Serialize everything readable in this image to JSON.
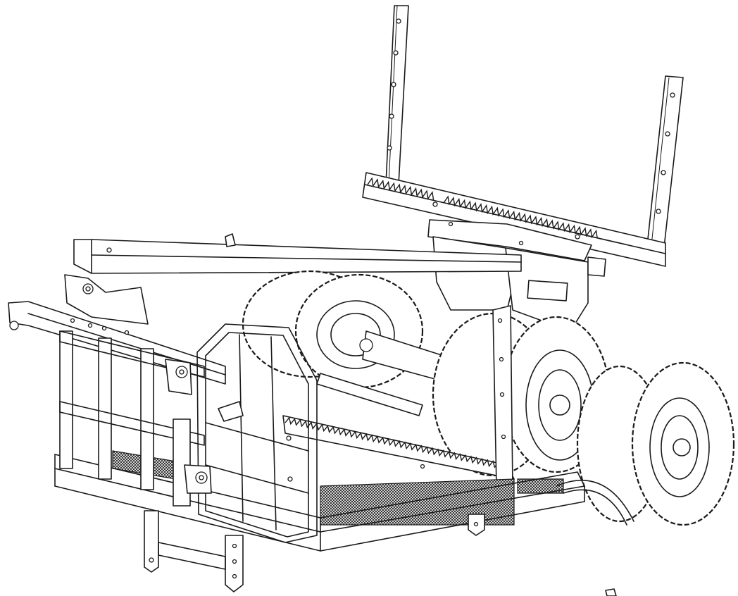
{
  "drawing": {
    "kind": "line-art-illustration",
    "colors": {
      "line": "#1a1a1a",
      "background": "#ffffff",
      "mesh": "#1a1a1a"
    },
    "parts": [
      "log-stake-left",
      "log-stake-right",
      "bunk-crossbeam",
      "bunk-mount-block",
      "crane-arm-upper",
      "crane-arm-lower",
      "front-headboard-frame",
      "side-rail-cage",
      "rear-cage-frame",
      "mesh-floor",
      "tandem-wheels-front",
      "tandem-wheels-rear",
      "hydraulic-cylinder",
      "support-legs",
      "drawbar"
    ]
  }
}
